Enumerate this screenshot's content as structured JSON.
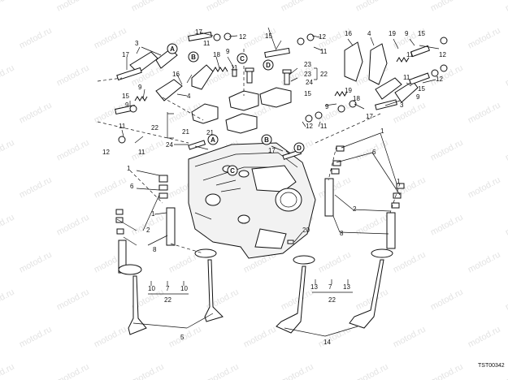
{
  "watermark": {
    "text": "motod.ru"
  },
  "drawing_code": "TST00342",
  "view_markers": [
    "A",
    "B",
    "C",
    "D"
  ],
  "part_numbers": [
    "1",
    "2",
    "3",
    "4",
    "5",
    "6",
    "7",
    "8",
    "9",
    "10",
    "11",
    "12",
    "13",
    "14",
    "15",
    "16",
    "17",
    "18",
    "19",
    "20",
    "21",
    "22",
    "23",
    "24"
  ],
  "colors": {
    "ink": "#111111",
    "paper": "#ffffff",
    "watermark": "#e3e3e3"
  }
}
